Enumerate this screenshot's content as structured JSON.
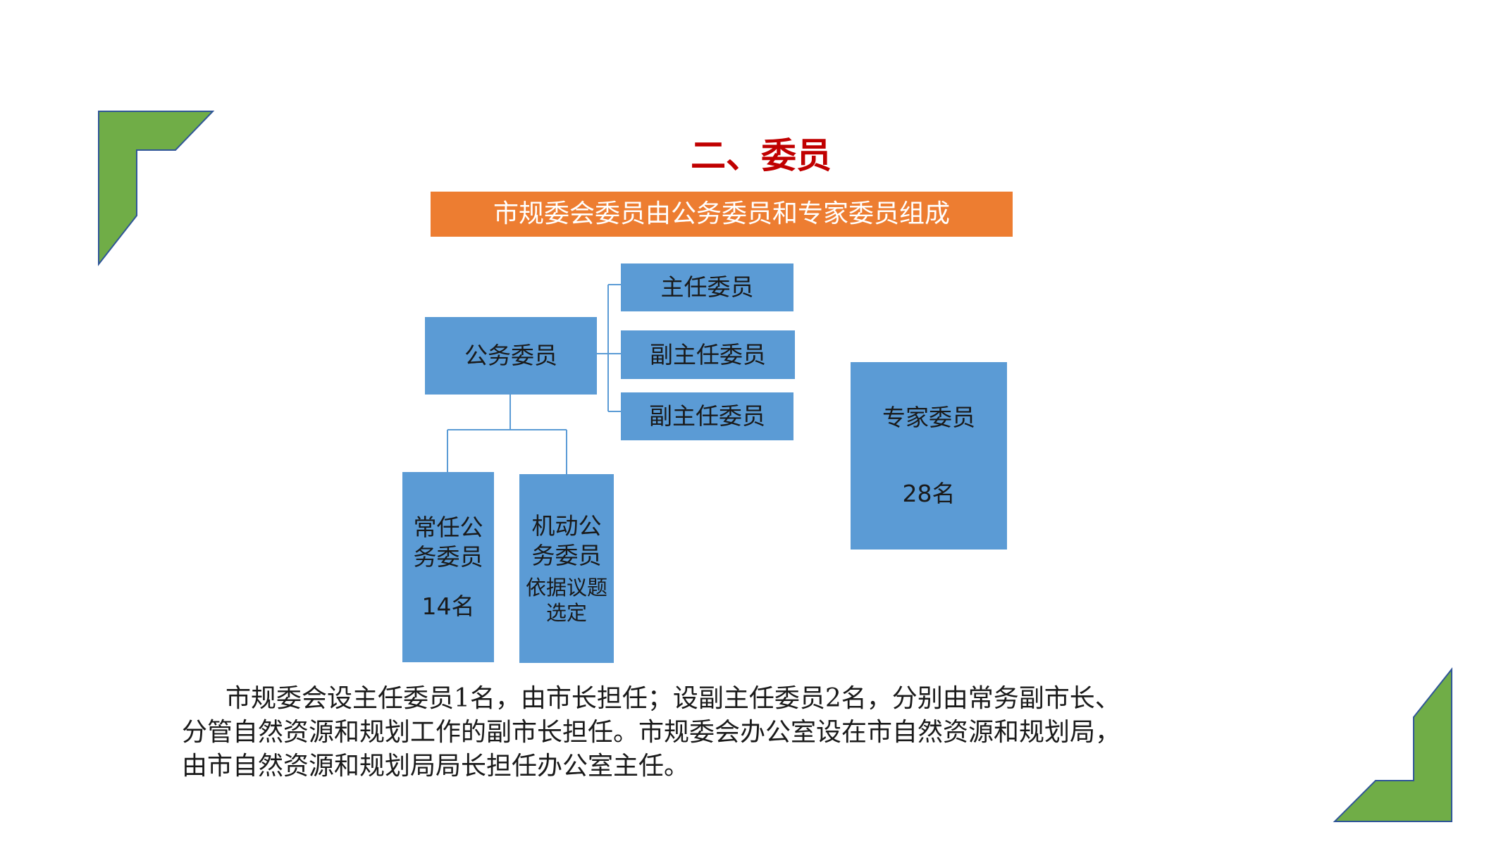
{
  "colors": {
    "title": "#c00000",
    "banner": "#ed7d31",
    "box": "#5b9bd5",
    "corner_fill": "#70ad47",
    "corner_stroke": "#2f5597",
    "connector": "#5b9bd5"
  },
  "slide": {
    "title": "二、委员",
    "banner": "市规委会委员由公务委员和专家委员组成"
  },
  "diagram": {
    "official": "公务委员",
    "director": "主任委员",
    "deputy_1": "副主任委员",
    "deputy_2": "副主任委员",
    "standing": {
      "line1": "常任公",
      "line2": "务委员",
      "count": "14名"
    },
    "mobile": {
      "line1": "机动公",
      "line2": "务委员",
      "note1": "依据议题",
      "note2": "选定"
    },
    "expert": {
      "label": "专家委员",
      "count": "28名"
    }
  },
  "paragraph": {
    "line1": "市规委会设主任委员1名，由市长担任；设副主任委员2名，分别由常务副市长、",
    "line2": "分管自然资源和规划工作的副市长担任。市规委会办公室设在市自然资源和规划局，",
    "line3": "由市自然资源和规划局局长担任办公室主任。"
  }
}
